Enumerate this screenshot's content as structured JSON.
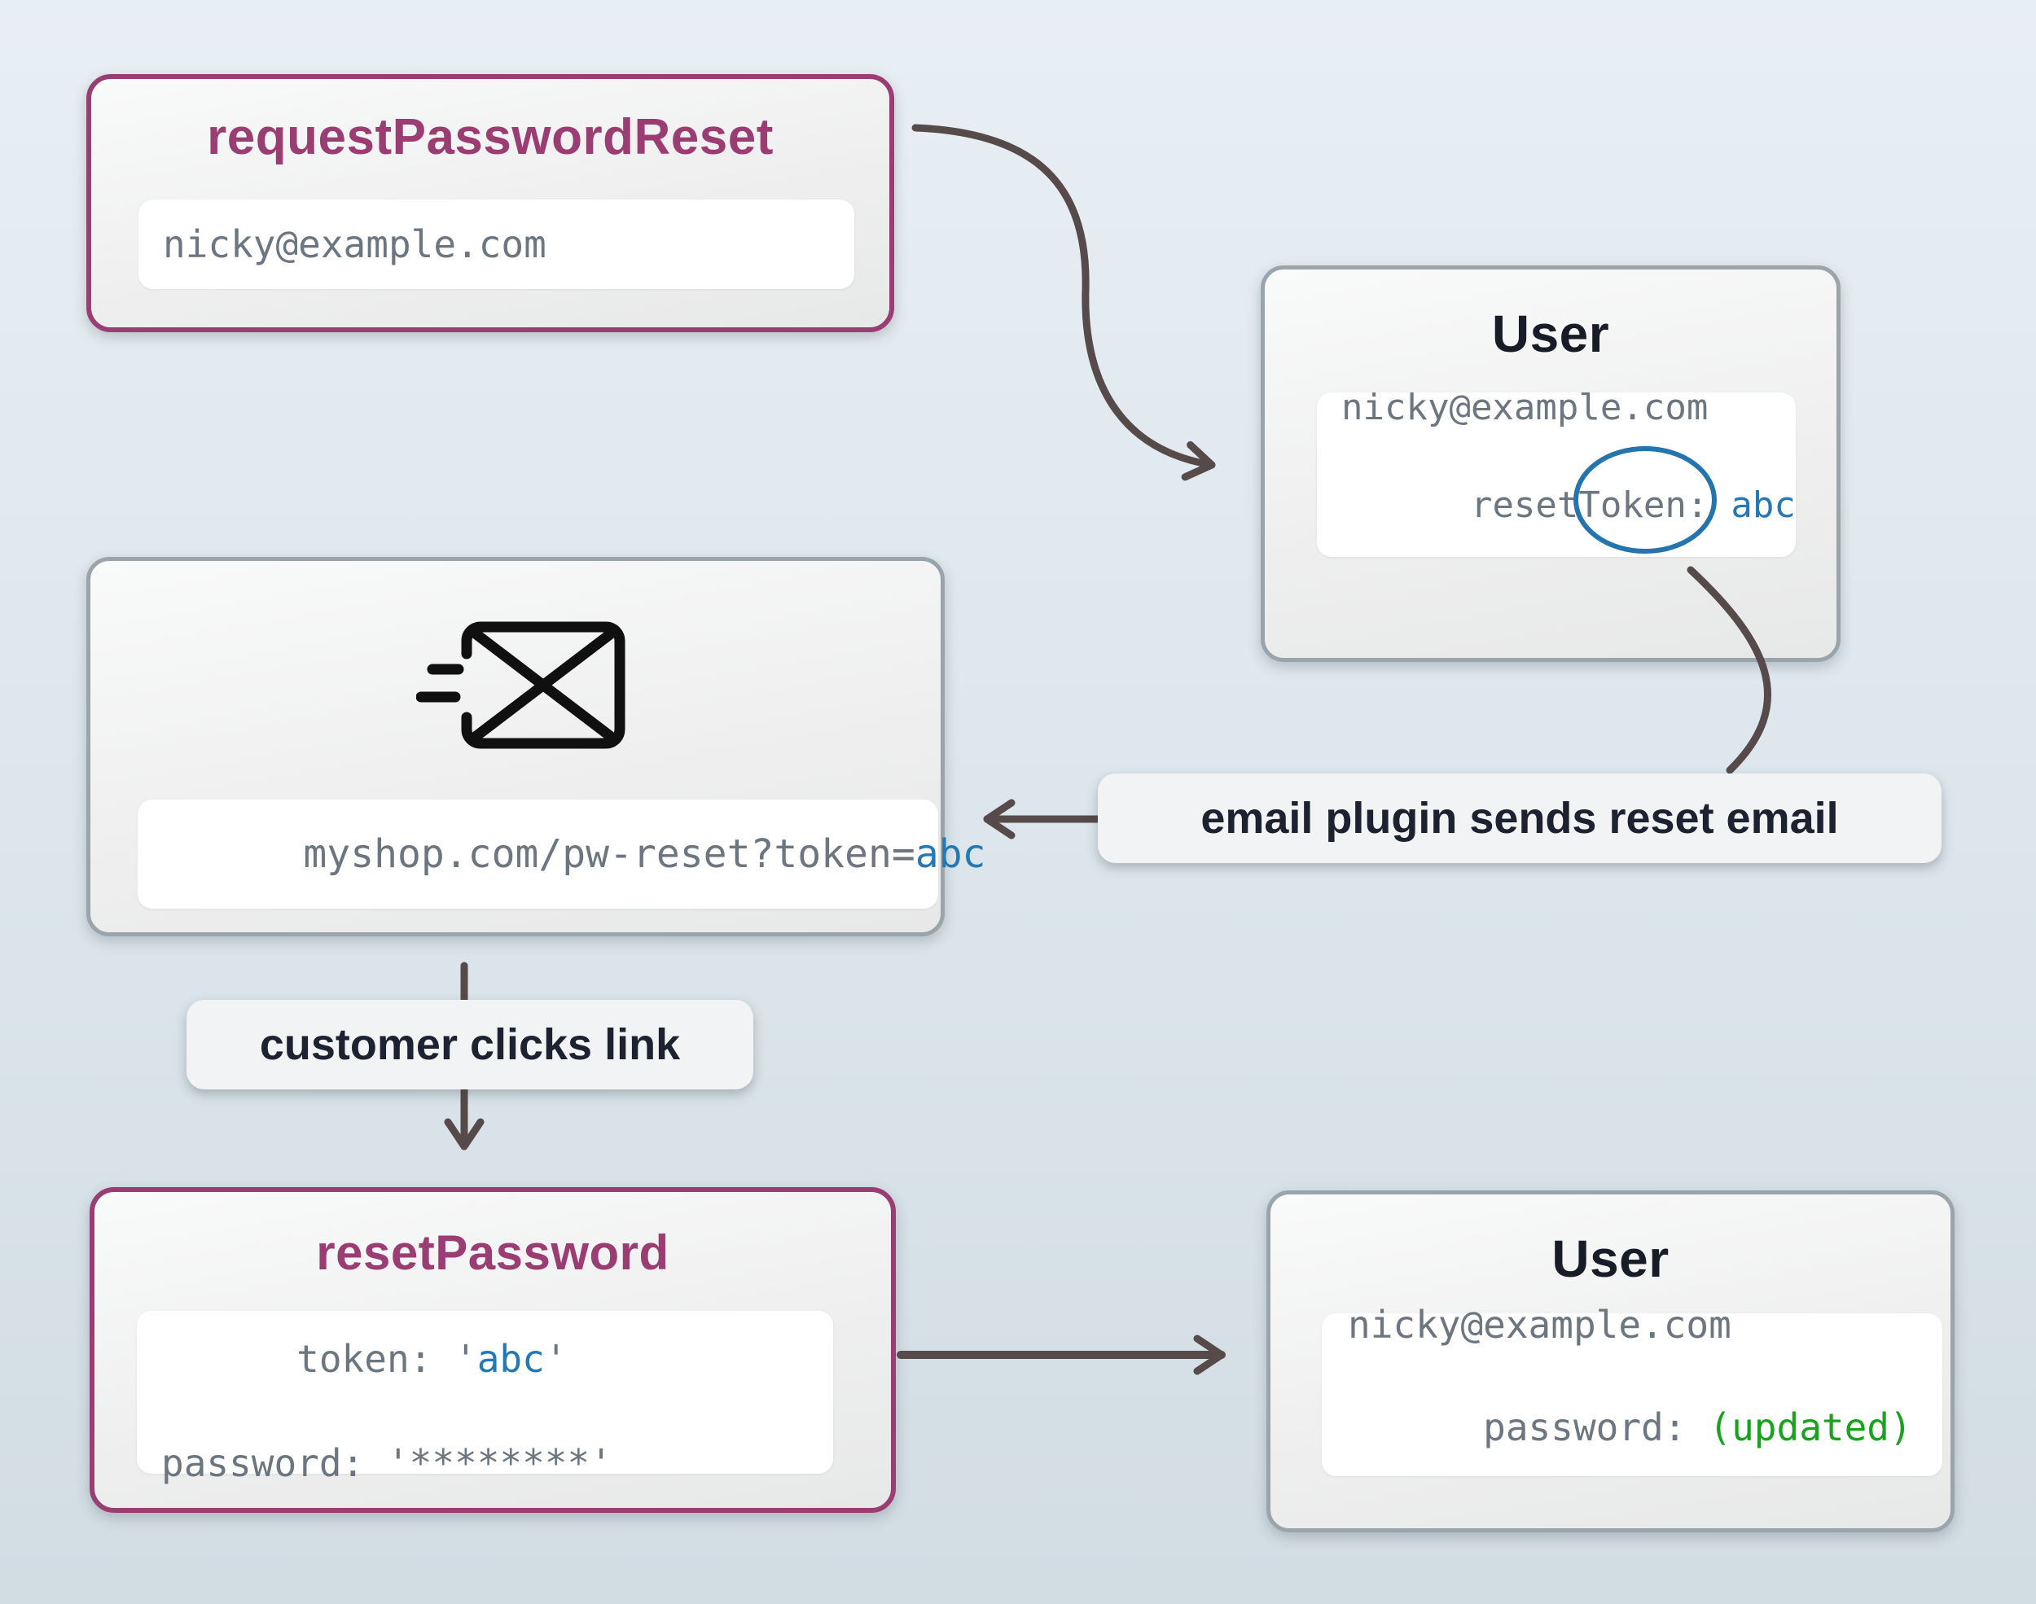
{
  "colors": {
    "accent_purple": "#9a3d72",
    "accent_blue": "#2478b4",
    "accent_green": "#1aa11e",
    "arrow": "#564a4a",
    "card_border_gray": "#9aa4ab",
    "mono_text": "#6c7680",
    "label_text": "#1d2230"
  },
  "nodes": {
    "request": {
      "title": "requestPasswordReset",
      "email": "nicky@example.com"
    },
    "user_top": {
      "title": "User",
      "email": "nicky@example.com",
      "token_label": "resetToken:",
      "token_value": "abc"
    },
    "email_card": {
      "icon": "mail-send-icon",
      "url_prefix": "myshop.com/pw-reset?token=",
      "url_token": "abc"
    },
    "reset": {
      "title": "resetPassword",
      "token_prefix": "token: '",
      "token_value": "abc",
      "token_suffix": "'",
      "password_line": "password: '********'"
    },
    "user_bottom": {
      "title": "User",
      "email": "nicky@example.com",
      "password_label": "password:",
      "password_value": "(updated)"
    }
  },
  "annotations": {
    "email_plugin_label": "email plugin sends reset email",
    "customer_clicks_label": "customer clicks link"
  }
}
